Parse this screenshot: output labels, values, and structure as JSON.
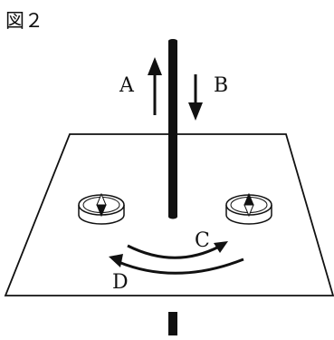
{
  "figure": {
    "label": "図２"
  },
  "labels": {
    "arrow_up": "A",
    "arrow_down": "B",
    "arc_upper": "C",
    "arc_lower": "D"
  },
  "colors": {
    "line": "#111111",
    "background": "#ffffff",
    "compass_face": "#ffffff"
  },
  "icons": {
    "compass": "compass-icon"
  }
}
